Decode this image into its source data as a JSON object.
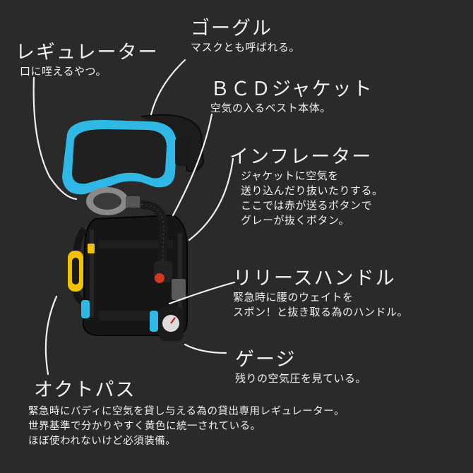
{
  "labels": {
    "regulator": {
      "title": "レギュレーター",
      "desc": [
        "口に咥えるやつ。"
      ]
    },
    "goggle": {
      "title": "ゴーグル",
      "desc": [
        "マスクとも呼ばれる。"
      ]
    },
    "bcd": {
      "title": "ＢＣＤジャケット",
      "desc": [
        "空気の入るベスト本体。"
      ]
    },
    "inflator": {
      "title": "インフレーター",
      "desc": [
        "ジャケットに空気を",
        "送り込んだり抜いたりする。",
        "ここでは赤が送るボタンで",
        "グレーが抜くボタン。"
      ]
    },
    "release": {
      "title": "リリースハンドル",
      "desc": [
        "緊急時に腰のウェイトを",
        "スポン！と抜き取る為のハンドル。"
      ]
    },
    "gauge": {
      "title": "ゲージ",
      "desc": [
        "残りの空気圧を見ている。"
      ]
    },
    "octopus": {
      "title": "オクトパス",
      "desc": [
        "緊急時にバディに空気を貸し与える為の貸出専用レギュレーター。",
        "世界基準で分かりやすく黄色に統一されている。",
        "ほぼ使われないけど必須装備。"
      ]
    }
  },
  "colors": {
    "background": "#2a2a2a",
    "mask_frame": "#2fb8e6",
    "octopus": "#f2c200",
    "inflate_button": "#d23a1e"
  }
}
